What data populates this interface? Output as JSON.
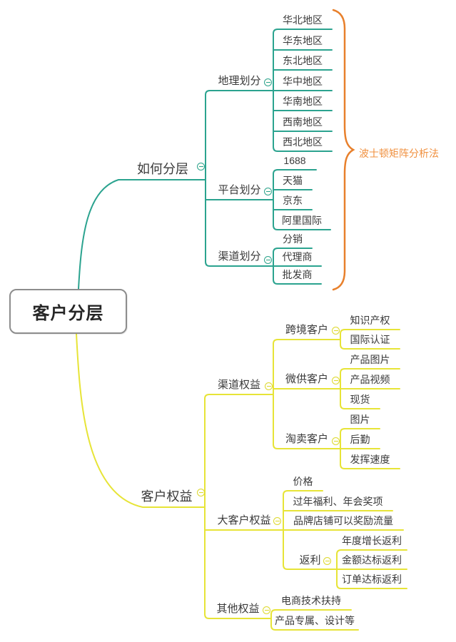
{
  "root": {
    "label": "客户分层"
  },
  "how": {
    "label": "如何分层",
    "geo": {
      "label": "地理划分",
      "items": [
        "华北地区",
        "华东地区",
        "东北地区",
        "华中地区",
        "华南地区",
        "西南地区",
        "西北地区"
      ]
    },
    "plat": {
      "label": "平台划分",
      "items": [
        "1688",
        "天猫",
        "京东",
        "阿里国际"
      ]
    },
    "chan": {
      "label": "渠道划分",
      "items": [
        "分销",
        "代理商",
        "批发商"
      ]
    }
  },
  "rights": {
    "label": "客户权益",
    "chanr": {
      "label": "渠道权益",
      "cross": {
        "label": "跨境客户",
        "items": [
          "知识产权",
          "国际认证"
        ]
      },
      "micro": {
        "label": "微供客户",
        "items": [
          "产品图片",
          "产品视频",
          "现货"
        ]
      },
      "tao": {
        "label": "淘卖客户",
        "items": [
          "图片",
          "后勤",
          "发挥速度"
        ]
      }
    },
    "big": {
      "label": "大客户权益",
      "items": [
        "价格",
        "过年福利、年会奖项",
        "品牌店铺可以奖励流量"
      ],
      "rebate": {
        "label": "返利",
        "items": [
          "年度增长返利",
          "金额达标返利",
          "订单达标返利"
        ]
      }
    },
    "other": {
      "label": "其他权益",
      "items": [
        "电商技术扶持",
        "产品专属、设计等"
      ]
    }
  },
  "annotation": {
    "label": "波士顿矩阵分析法"
  },
  "colors": {
    "teal": "#2BA38F",
    "yellow": "#E7E437",
    "yellow_btn": "#DDD92E",
    "orange": "#E8802C",
    "orange_text": "#F0903F"
  }
}
